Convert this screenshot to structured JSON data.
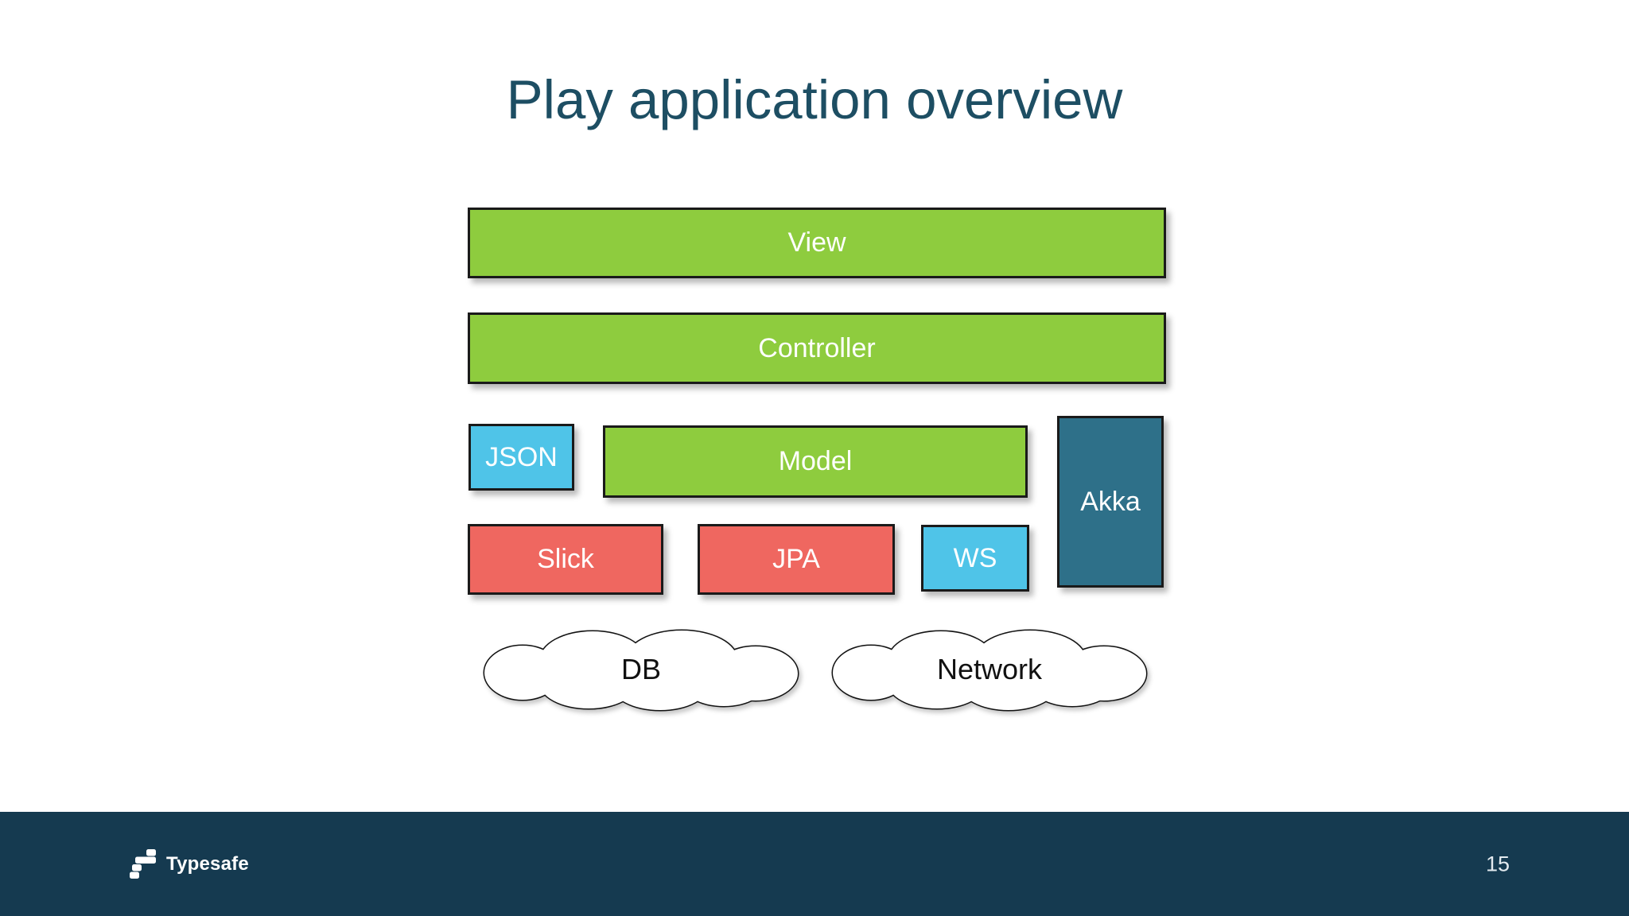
{
  "slide": {
    "title": "Play application overview",
    "page_number": "15"
  },
  "diagram": {
    "boxes": {
      "view": {
        "label": "View",
        "color": "#8ecc3e"
      },
      "controller": {
        "label": "Controller",
        "color": "#8ecc3e"
      },
      "json": {
        "label": "JSON",
        "color": "#4fc4e8"
      },
      "model": {
        "label": "Model",
        "color": "#8ecc3e"
      },
      "akka": {
        "label": "Akka",
        "color": "#2e7089"
      },
      "slick": {
        "label": "Slick",
        "color": "#ef6760"
      },
      "jpa": {
        "label": "JPA",
        "color": "#ef6760"
      },
      "ws": {
        "label": "WS",
        "color": "#4fc4e8"
      }
    },
    "clouds": {
      "db": {
        "label": "DB"
      },
      "network": {
        "label": "Network"
      }
    }
  },
  "footer": {
    "brand": "Typesafe",
    "logo_icon": "typesafe-blocks-logo"
  },
  "colors": {
    "green": "#8ecc3e",
    "cyan": "#4fc4e8",
    "coral": "#ef6760",
    "teal": "#2e7089",
    "title_text": "#1d4e63",
    "footer_bg": "#153a50",
    "box_border": "#1a1a1a",
    "cloud_outline": "#111111"
  }
}
